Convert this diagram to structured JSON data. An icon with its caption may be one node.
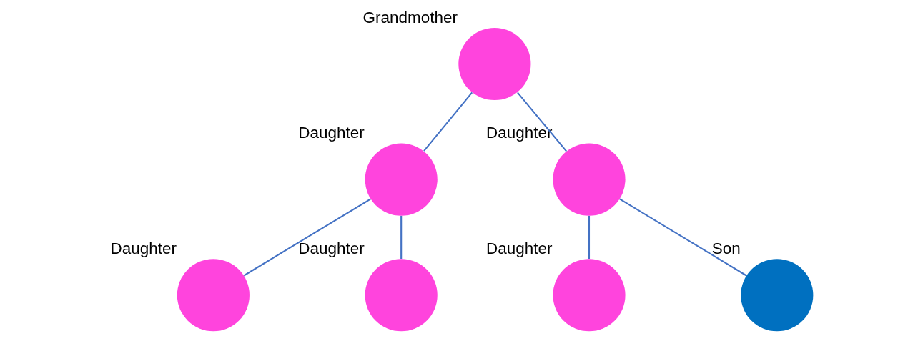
{
  "diagram": {
    "nodes": [
      {
        "text": [],
        "shape": "circle",
        "beside": [
          "Grandmother"
        ]
      },
      {
        "text": [],
        "shape": "circle",
        "beside": [
          "Daughter"
        ]
      },
      {
        "text": [],
        "shape": "circle",
        "beside": [
          "Daughter"
        ]
      },
      {
        "text": [],
        "shape": "circle",
        "beside": [
          "Daughter"
        ]
      },
      {
        "text": [],
        "shape": "circle",
        "beside": [
          "Daughter"
        ]
      },
      {
        "text": [],
        "shape": "circle",
        "beside": [
          "Daughter"
        ]
      },
      {
        "text": [],
        "shape": "circle",
        "beside": [
          "Son"
        ]
      }
    ],
    "edges": [
      {
        "from": 0,
        "to": 1,
        "arrow": "none"
      },
      {
        "from": 0,
        "to": 2,
        "arrow": "none"
      },
      {
        "from": 1,
        "to": 3,
        "arrow": "none"
      },
      {
        "from": 1,
        "to": 4,
        "arrow": "none"
      },
      {
        "from": 2,
        "to": 5,
        "arrow": "none"
      },
      {
        "from": 2,
        "to": 6,
        "arrow": "none"
      }
    ]
  }
}
